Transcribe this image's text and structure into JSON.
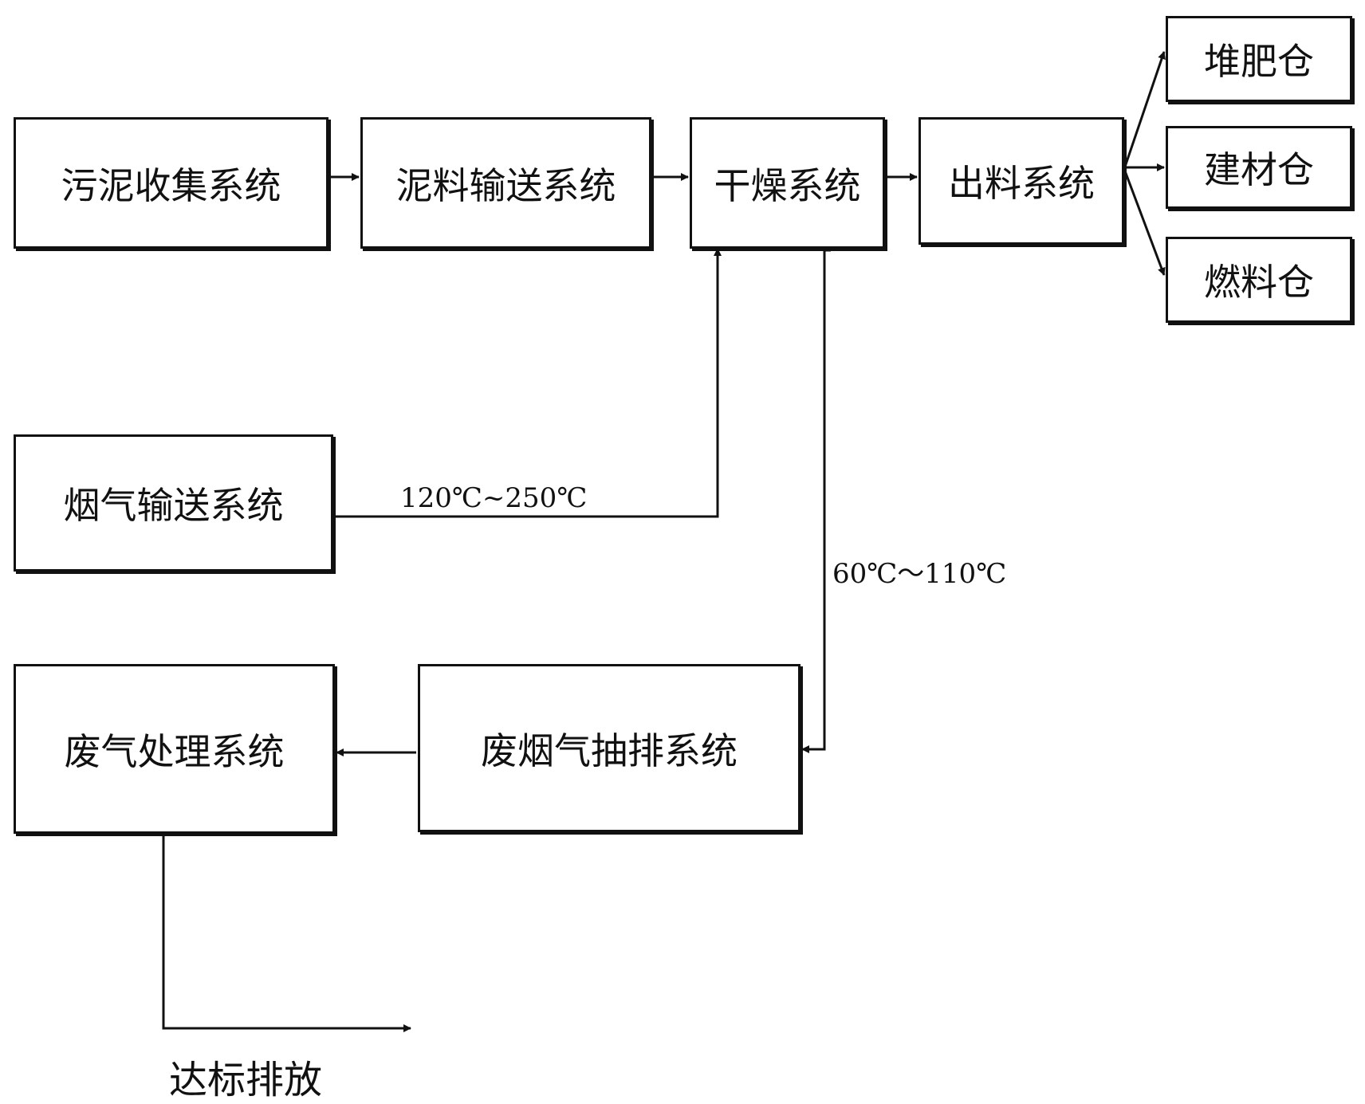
{
  "nodes": {
    "sludge_collection": "污泥收集系统",
    "sludge_conveying": "泥料输送系统",
    "drying": "干燥系统",
    "discharge": "出料系统",
    "compost_bin": "堆肥仓",
    "building_material_bin": "建材仓",
    "fuel_bin": "燃料仓",
    "flue_gas_conveying": "烟气输送系统",
    "exhaust_treatment": "废气处理系统",
    "waste_flue_gas_extraction": "废烟气抽排系统"
  },
  "edge_labels": {
    "hot_gas_temp": "120℃~250℃",
    "waste_gas_temp": "60℃～110℃"
  },
  "outputs": {
    "compliant_emission": "达标排放"
  }
}
